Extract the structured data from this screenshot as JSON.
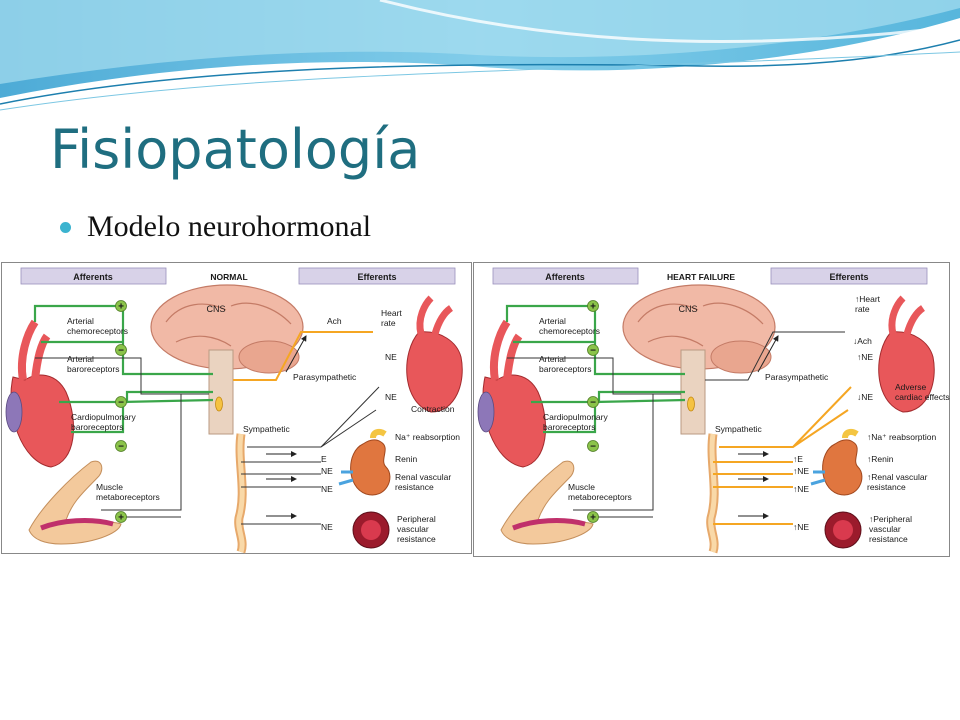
{
  "slide": {
    "title": "Fisiopatología",
    "bullet": "Modelo neurohormonal"
  },
  "colors": {
    "title": "#1f6e80",
    "bullet": "#3bb3cf",
    "header_bar": "#d8d2e8",
    "green_path": "#3aa64a",
    "orange_path": "#f5a623"
  },
  "panels": {
    "normal": {
      "header_left": "Afferents",
      "header_mid": "NORMAL",
      "header_right": "Efferents",
      "cns": "CNS",
      "arterial_chemo": "Arterial\nchemoreceptors",
      "arterial_baro": "Arterial\nbaroreceptors",
      "cardiopulm": "Cardiopulmonary\nbaroreceptors",
      "muscle": "Muscle\nmetaboreceptors",
      "sym1": "+",
      "sym2": "−",
      "sym3": "−",
      "sym4": "−",
      "sym5": "+",
      "ach": "Ach",
      "heart_rate": "Heart\nrate",
      "parasym": "Parasympathetic",
      "ne1": "NE",
      "ne2": "NE",
      "contraction": "Contraction",
      "sympathetic": "Sympathetic",
      "na": "Na⁺ reabsorption",
      "e": "E",
      "ne3": "NE",
      "renin": "Renin",
      "ne4": "NE",
      "renal": "Renal vascular\nresistance",
      "ne5": "NE",
      "peripheral": "Peripheral\nvascular\nresistance"
    },
    "hf": {
      "header_left": "Afferents",
      "header_mid": "HEART FAILURE",
      "header_right": "Efferents",
      "cns": "CNS",
      "arterial_chemo": "Arterial\nchemoreceptors",
      "arterial_baro": "Arterial\nbaroreceptors",
      "cardiopulm": "Cardiopulmonary\nbaroreceptors",
      "muscle": "Muscle\nmetaboreceptors",
      "sym1": "+",
      "sym2": "−",
      "sym3": "−",
      "sym4": "−",
      "sym5": "+",
      "heart_rate": "↑Heart\nrate",
      "ach": "↓Ach",
      "parasym": "Parasympathetic",
      "ne1": "↑NE",
      "ne2": "↓NE",
      "adverse": "Adverse\ncardiac effects",
      "sympathetic": "Sympathetic",
      "na": "↑Na⁺ reabsorption",
      "e": "↑E",
      "ne3": "↑NE",
      "renin": "↑Renin",
      "ne4": "↑NE",
      "renal": "↑Renal vascular\nresistance",
      "ne5": "↑NE",
      "peripheral": "↑Peripheral\nvascular\nresistance"
    }
  }
}
